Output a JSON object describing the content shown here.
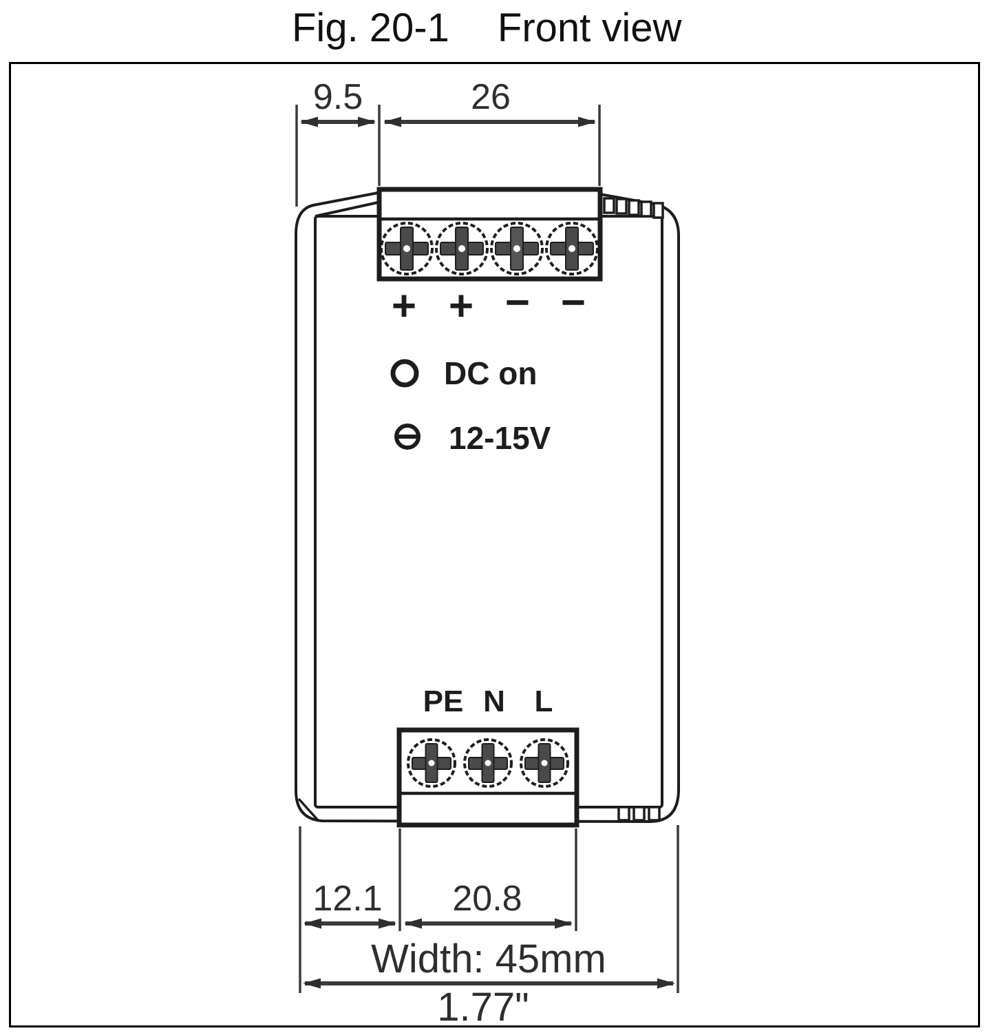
{
  "figure": {
    "label": "Fig. 20-1",
    "view": "Front view"
  },
  "dims": {
    "top_offset": "9.5",
    "top_width": "26",
    "bottom_offset": "12.1",
    "bottom_width": "20.8",
    "width_mm": "Width: 45mm",
    "width_in": "1.77\""
  },
  "device": {
    "polarity": [
      "+",
      "+",
      "−",
      "−"
    ],
    "led_label": "DC on",
    "adjust_label": "12-15V",
    "ac": [
      "PE",
      "N",
      "L"
    ]
  },
  "colors": {
    "line": "#1d1d1b",
    "dimension": "#3a3a3a"
  }
}
